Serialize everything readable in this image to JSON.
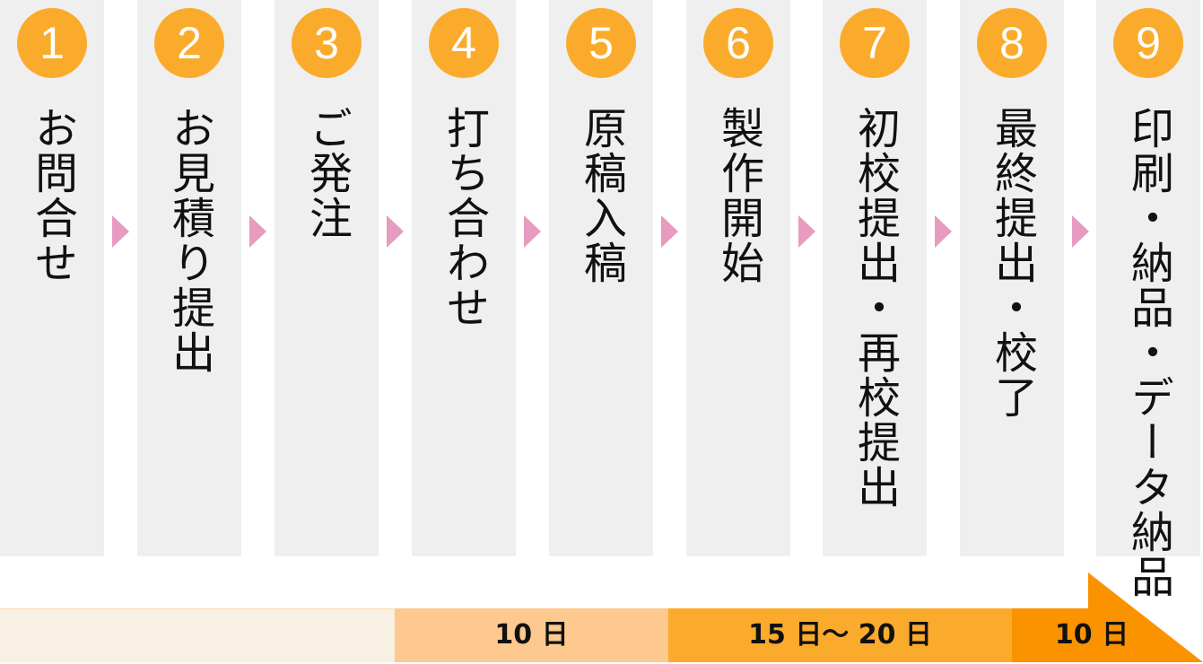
{
  "steps": [
    {
      "num": "1",
      "label": "お問合せ"
    },
    {
      "num": "2",
      "label": "お見積り提出"
    },
    {
      "num": "3",
      "label": "ご発注"
    },
    {
      "num": "4",
      "label": "打ち合わせ"
    },
    {
      "num": "5",
      "label": "原稿入稿"
    },
    {
      "num": "6",
      "label": "製作開始"
    },
    {
      "num": "7",
      "label": "初校提出・再校提出"
    },
    {
      "num": "8",
      "label": "最終提出・校了"
    },
    {
      "num": "9",
      "label": "印刷・納品・データ納品"
    }
  ],
  "timeline": [
    {
      "label": "",
      "color": "#f8f0e2"
    },
    {
      "label": "10 日",
      "color": "#fdc98f"
    },
    {
      "label": "15 日〜 20 日",
      "color": "#fbab2b"
    },
    {
      "label": "10 日",
      "color": "#fb9200"
    }
  ],
  "colors": {
    "circle": "#fbab2b",
    "arrow": "#e79bc1",
    "column": "#efefef"
  }
}
